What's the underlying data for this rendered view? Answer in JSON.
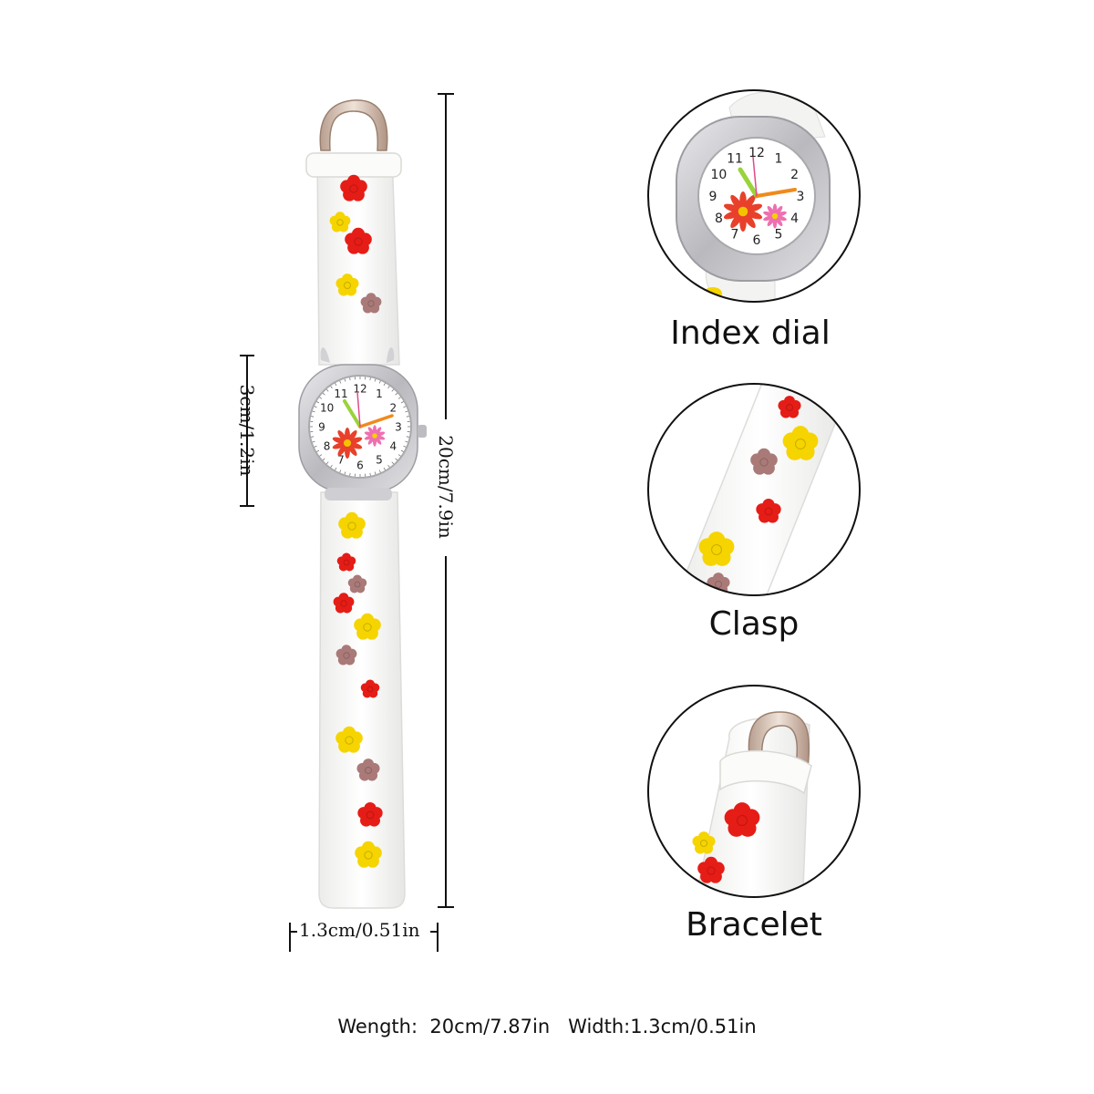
{
  "dimensions": {
    "case_size": "3cm/1.2in",
    "strap_length": "20cm/7.9in",
    "strap_width": "1.3cm/0.51in"
  },
  "callouts": [
    {
      "label": "Index dial"
    },
    {
      "label": "Clasp"
    },
    {
      "label": "Bracelet"
    }
  ],
  "dial_numbers": [
    "12",
    "1",
    "2",
    "3",
    "4",
    "5",
    "6",
    "7",
    "8",
    "9",
    "10",
    "11"
  ],
  "specs": {
    "length_label": "Wength:",
    "length_value": "20cm/7.87in",
    "width_label": "Width:",
    "width_value": "1.3cm/0.51in"
  },
  "colors": {
    "strap": "#f6f6f4",
    "flower_red": "#e51d16",
    "flower_yellow": "#f5d400",
    "flower_mauve": "#a97a78",
    "case": "#c9c9cc",
    "buckle": "#d8c3b5"
  }
}
